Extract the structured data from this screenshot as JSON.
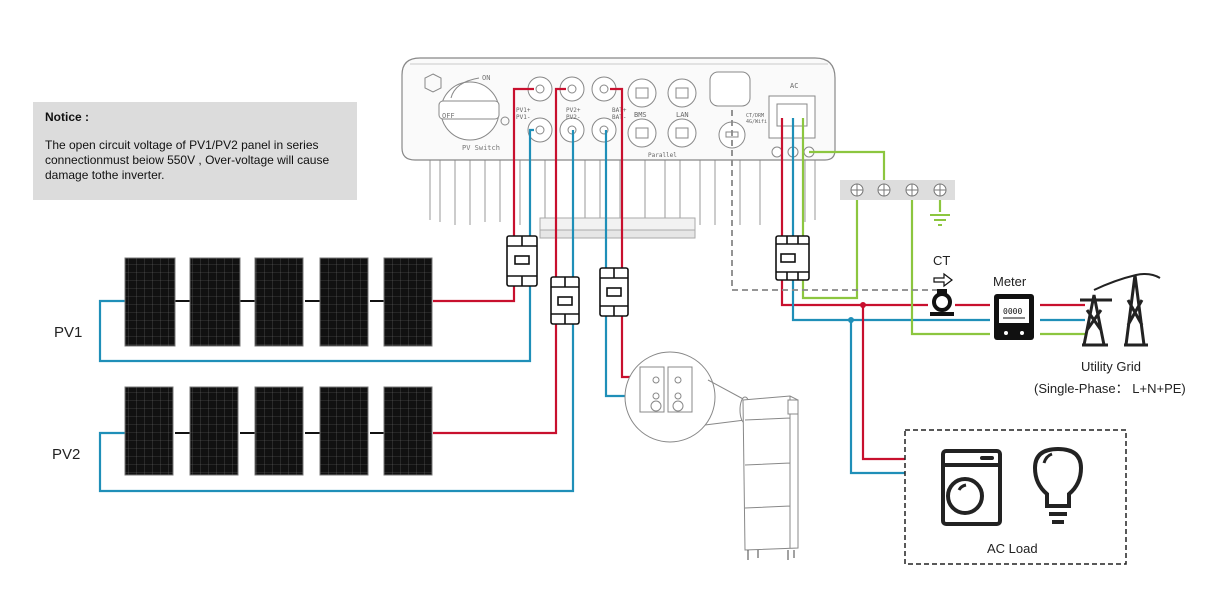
{
  "notice": {
    "title": "Notice :",
    "body": "The open circuit voltage of PV1/PV2 panel in series connectionmust beiow 550V , Over-voltage will cause damage tothe inverter."
  },
  "pv_strings": [
    {
      "label": "PV1",
      "panel_count": 5
    },
    {
      "label": "PV2",
      "panel_count": 5
    }
  ],
  "inverter": {
    "switch_on": "ON",
    "switch_off": "OFF",
    "switch_label": "PV Switch",
    "ports": {
      "pv1_pos": "PV1+",
      "pv1_neg": "PV1-",
      "pv2_pos": "PV2+",
      "pv2_neg": "PV2-",
      "bat_pos": "BAT+",
      "bat_neg": "BAT-",
      "bms": "BMS",
      "lan": "LAN",
      "parallel": "Parallel",
      "ct_meter": "CT/DRM",
      "wifi": "4G/Wifi",
      "ac": "AC"
    }
  },
  "labels": {
    "ct": "CT",
    "meter": "Meter",
    "meter_display": "0000",
    "grid": "Utility Grid",
    "grid_spec": "(Single-Phase： L+N+PE)",
    "ac_load": "AC Load"
  },
  "colors": {
    "line": "#c8102e",
    "neutral": "#1f8fb8",
    "earth": "#8cc63f",
    "signal": "#888888",
    "panel": "#111111",
    "notice_bg": "#dcdcdc"
  },
  "icons": [
    "solar-panel-icon",
    "dc-breaker-icon",
    "ac-breaker-icon",
    "ct-clamp-icon",
    "energy-meter-icon",
    "transmission-tower-icon",
    "washing-machine-icon",
    "light-bulb-icon",
    "ground-icon",
    "terminal-screw-icon",
    "battery-stack-icon"
  ]
}
